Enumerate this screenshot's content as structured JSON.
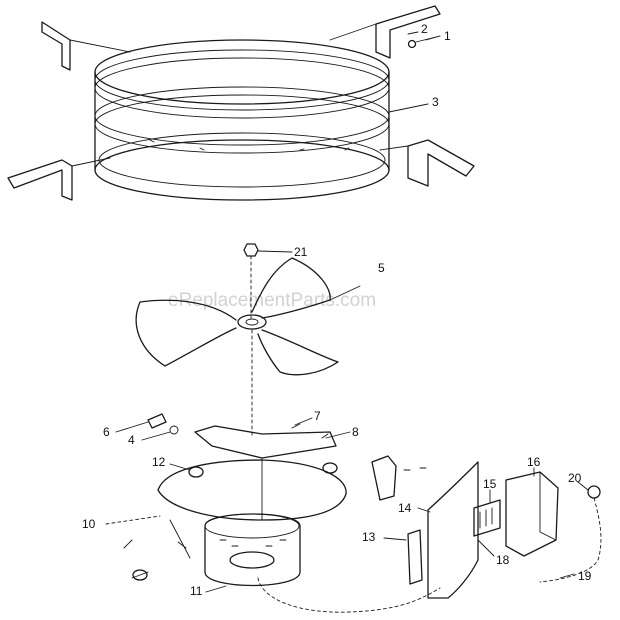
{
  "watermark": "eReplacementParts.com",
  "callouts": [
    "1",
    "2",
    "3",
    "21",
    "5",
    "7",
    "8",
    "6",
    "4",
    "12",
    "10",
    "11",
    "13",
    "14",
    "15",
    "16",
    "18",
    "19",
    "20"
  ],
  "colors": {
    "ink": "#1a1a1a",
    "watermark": "#d2d2d2",
    "background": "#ffffff"
  }
}
